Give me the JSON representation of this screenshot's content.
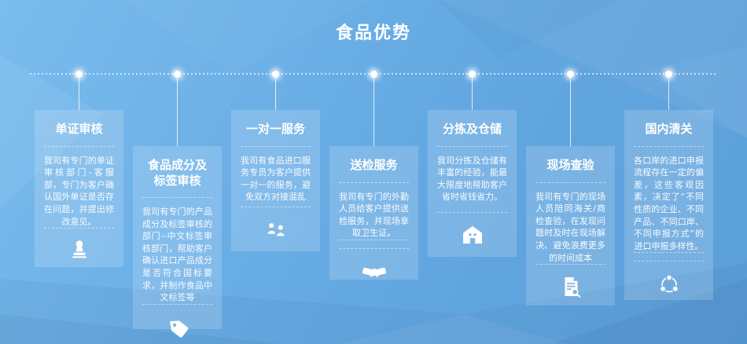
{
  "page": {
    "title": "食品优势",
    "background_color": "#64a9e2",
    "text_color": "#ffffff",
    "card_bg": "rgba(255,255,255,0.17)"
  },
  "timeline": {
    "dot_count": 7,
    "dot_color": "#ffffff"
  },
  "cards": [
    {
      "title": "单证审核",
      "body": "我司有专门的单证审核部门-客服部，专门为客户确认国外单证是否存在问题，并提出修改意见。",
      "icon": "stamp-icon",
      "position": "top"
    },
    {
      "title": "食品成分及标签审核",
      "body": "我司有专门的产品成分及标签审核的部门--中文标签审核部门，帮助客户确认进口产品成分是否符合国标要求，并制作食品中文标签等",
      "icon": "tag-icon",
      "position": "bottom"
    },
    {
      "title": "一对一服务",
      "body": "我司有食品进口服务专员为客户提供一对一的服务，避免双方对接混乱",
      "icon": "one-on-one-icon",
      "position": "top"
    },
    {
      "title": "送检服务",
      "body": "我司有专门的外勤人员给客户提供送检服务，并现场拿取卫生证。",
      "icon": "handshake-icon",
      "position": "bottom"
    },
    {
      "title": "分拣及仓储",
      "body": "我司分拣及仓储有丰富的经验，能最大限度地帮助客户省时省钱省力。",
      "icon": "warehouse-icon",
      "position": "top"
    },
    {
      "title": "现场查验",
      "body": "我司有专门的现场人员陪同海关/商检查验，在发现问题时及时在现场解决、避免浪费更多的时间成本",
      "icon": "document-search-icon",
      "position": "bottom"
    },
    {
      "title": "国内清关",
      "body": "各口岸的进口申报流程存在一定的偏差，这些客观因素，决定了“不同性质的企业、不同产品、不同口岸、不同申报方式”的进口申报多样性。",
      "icon": "share-network-icon",
      "position": "top"
    }
  ]
}
